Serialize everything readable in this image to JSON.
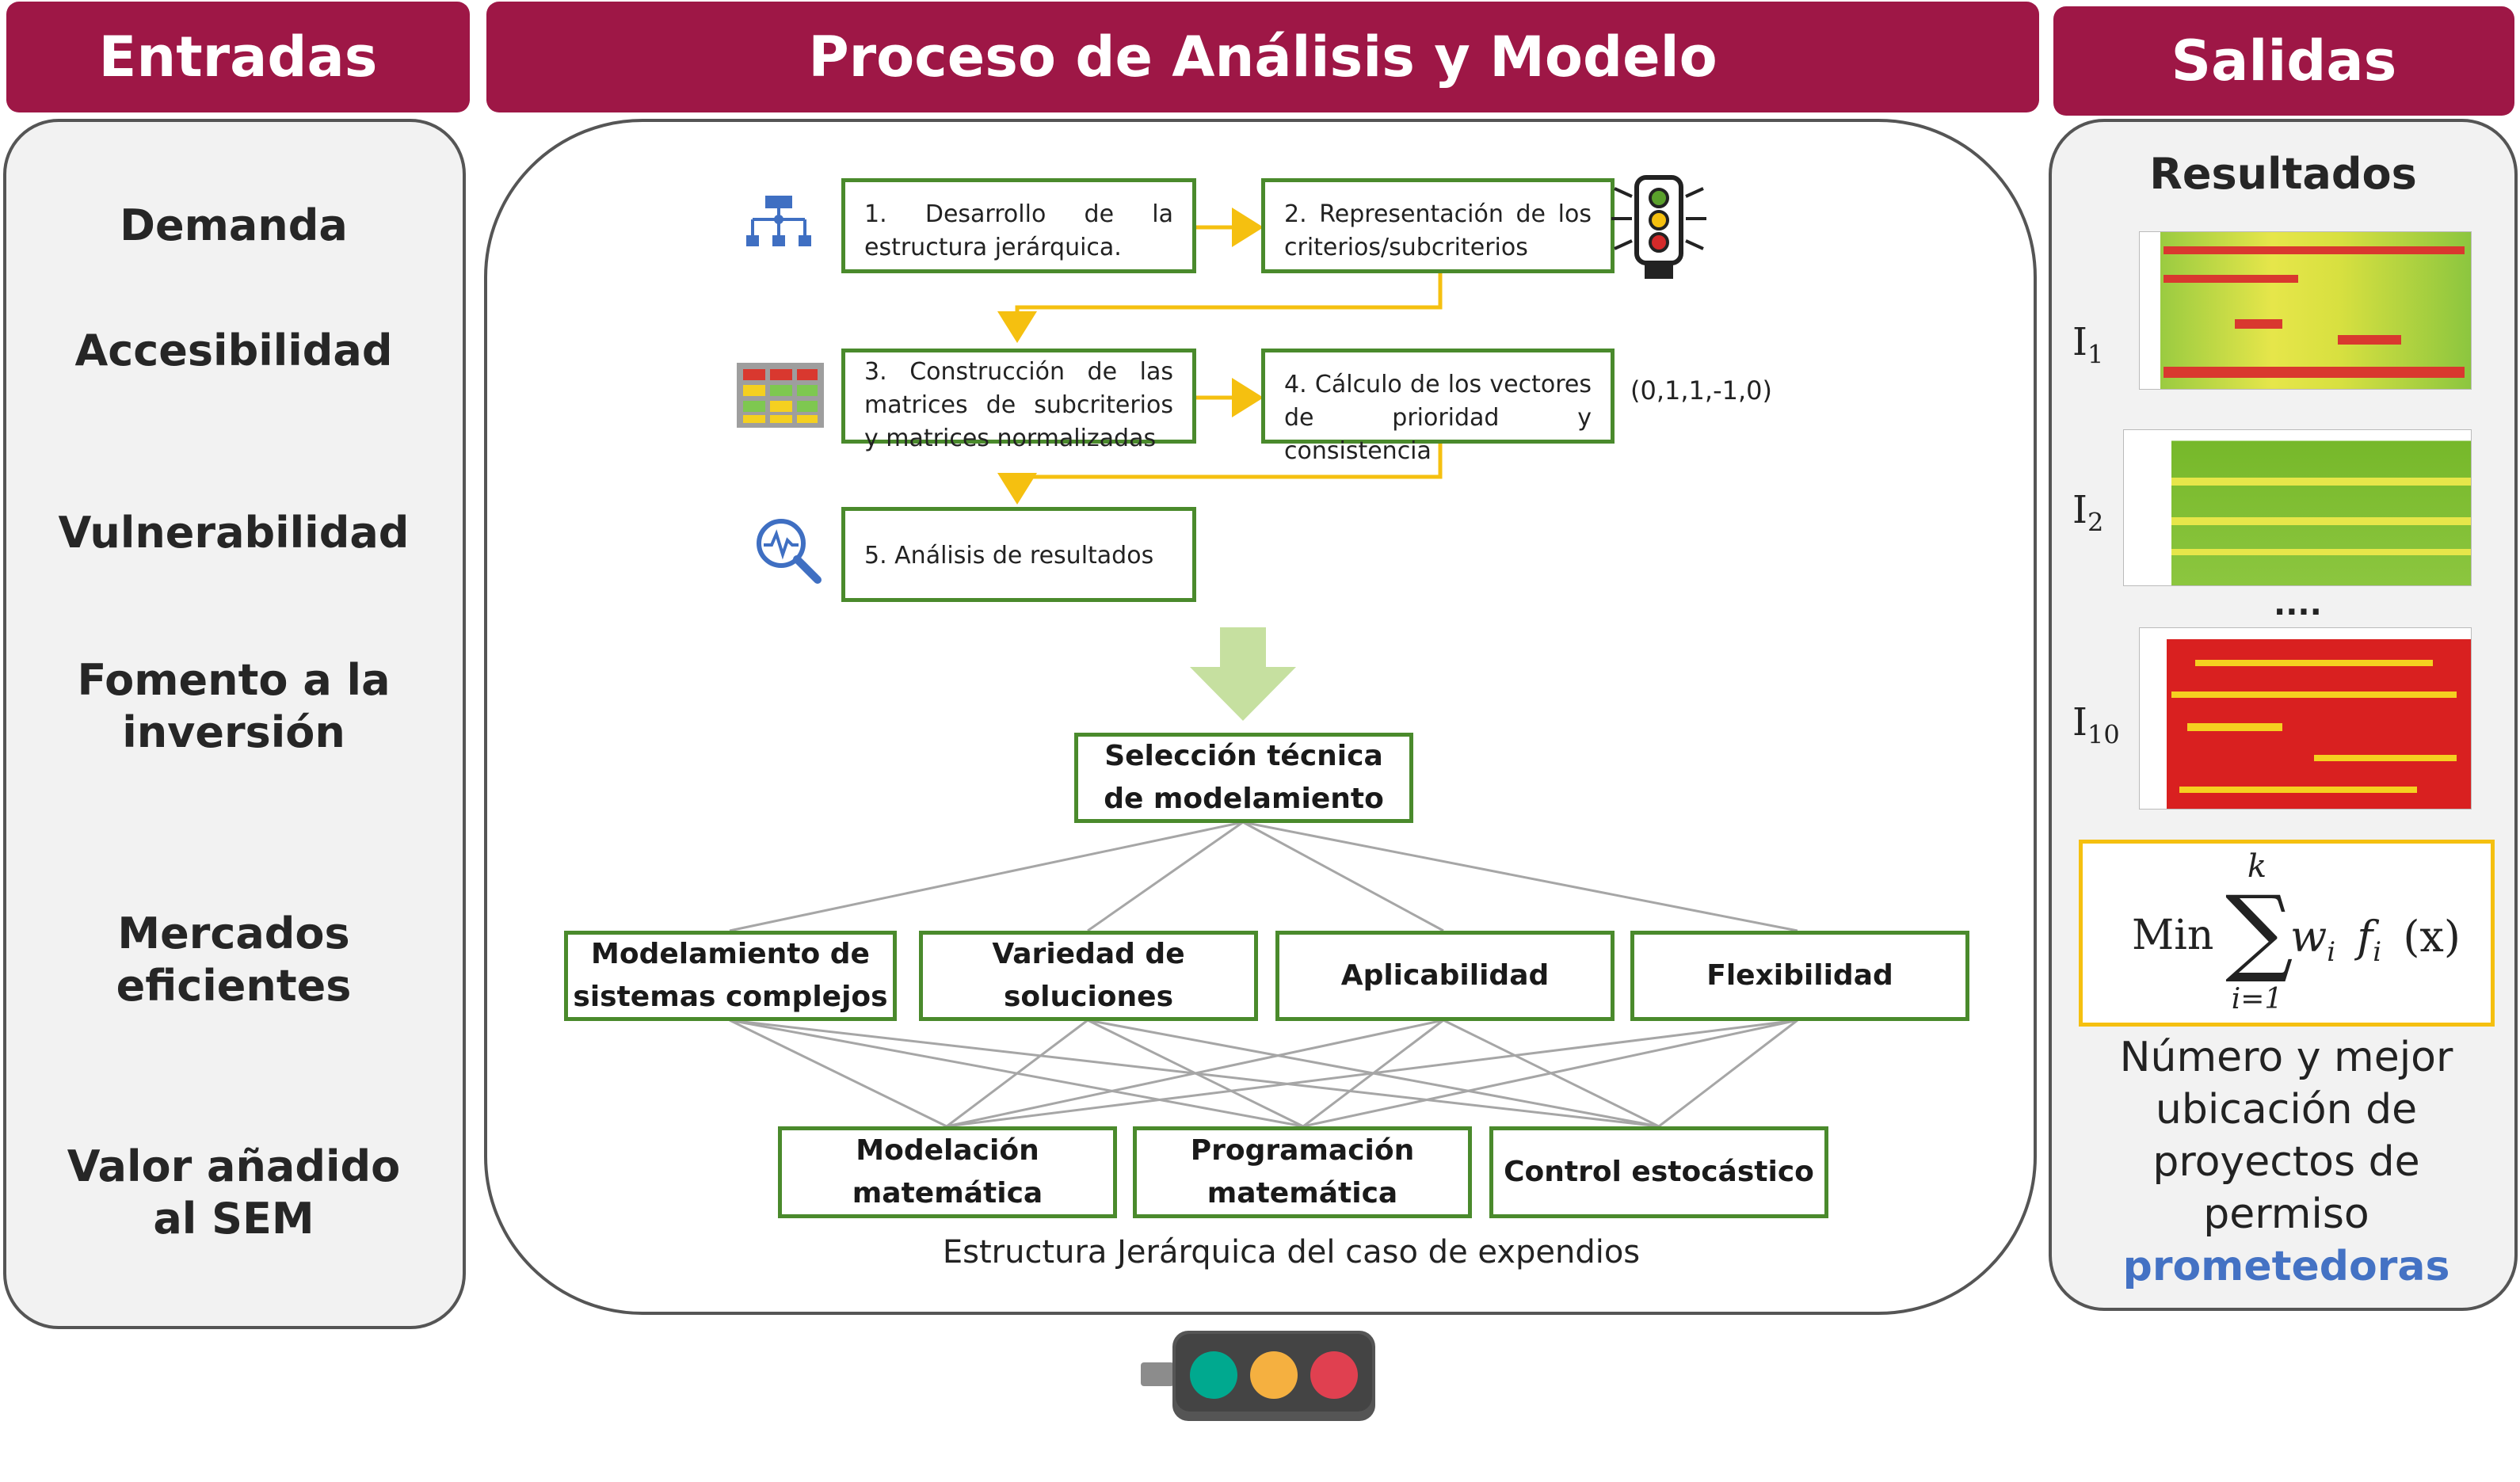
{
  "headers": {
    "entradas": "Entradas",
    "proceso": "Proceso de Análisis y Modelo",
    "salidas": "Salidas"
  },
  "entradas": {
    "items": [
      "Demanda",
      "Accesibilidad",
      "Vulnerabilidad",
      "Fomento a la\ninversión",
      "Mercados\neficientes",
      "Valor añadido\nal SEM"
    ]
  },
  "proceso": {
    "steps": [
      "1. Desarrollo de la estructura jerárquica.",
      "2. Representación de los criterios/subcriterios",
      "3. Construcción de las matrices de subcriterios y matrices normalizadas",
      "4. Cálculo de los vectores de prioridad y consistencia",
      "5. Análisis de resultados"
    ],
    "vector_label": "(0,1,1,-1,0)",
    "goal": "Selección técnica\nde modelamiento",
    "criteria": [
      "Modelamiento de\nsistemas complejos",
      "Variedad de\nsoluciones",
      "Aplicabilidad",
      "Flexibilidad"
    ],
    "alternatives": [
      "Modelación\nmatemática",
      "Programación\nmatemática",
      "Control estocástico"
    ],
    "caption": "Estructura Jerárquica del caso de expendios"
  },
  "salidas": {
    "title": "Resultados",
    "labels": [
      {
        "main": "I",
        "sub": "1"
      },
      {
        "main": "I",
        "sub": "2"
      },
      {
        "main": "I",
        "sub": "10"
      }
    ],
    "ellipsis": "....",
    "formula": {
      "min": "Min",
      "sum_top": "k",
      "sum_bottom": "i=1",
      "sum_symbol": "∑",
      "w": "w",
      "w_sub": "i",
      "f": "f",
      "f_sub": "i",
      "arg": "(x)"
    },
    "result_text": "Número y mejor ubicación de proyectos de permiso",
    "result_highlight": "prometedoras"
  },
  "icons": [
    "hierarchy-icon",
    "traffic-light-icon",
    "matrix-grid-icon",
    "search-analysis-icon",
    "down-arrow-icon",
    "traffic-light-device-icon"
  ],
  "colors": {
    "header": "#9e1746",
    "box_border": "#4a8a2c",
    "connector": "#f5c010",
    "arrow": "#c6e0a0",
    "highlight": "#4472c4",
    "panel_fill": "#f2f2f2"
  }
}
